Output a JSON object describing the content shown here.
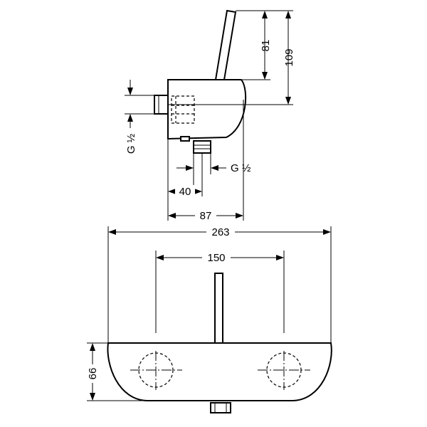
{
  "dimensions": {
    "handle_height_from_axis": "81",
    "total_height": "109",
    "inlet_thread": "G ½",
    "outlet_thread": "G ½",
    "outlet_offset": "40",
    "depth": "87",
    "overall_width": "263",
    "handle_spacing": "150",
    "body_height": "66"
  },
  "colors": {
    "line": "#000000",
    "background": "#ffffff"
  }
}
